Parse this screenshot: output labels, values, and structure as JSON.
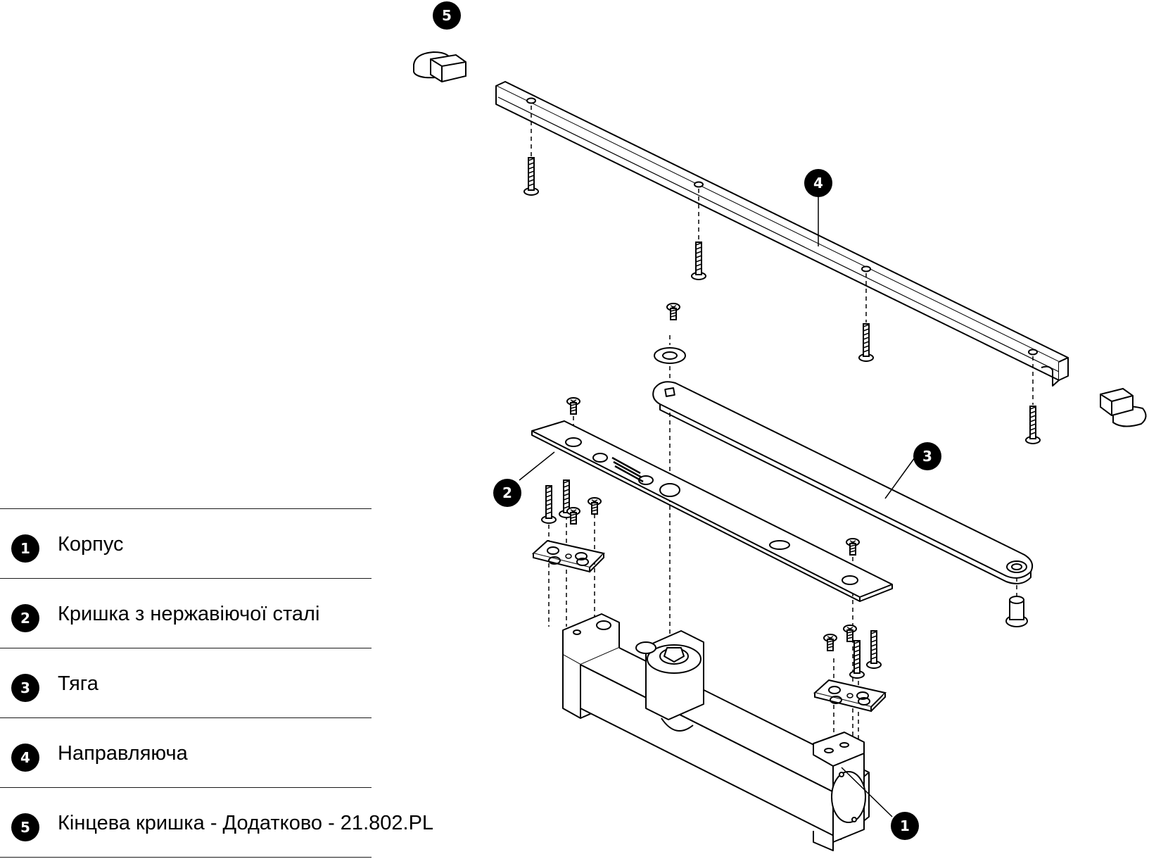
{
  "legend": [
    {
      "num": "1",
      "label": "Корпус"
    },
    {
      "num": "2",
      "label": "Кришка з нержавіючої сталі"
    },
    {
      "num": "3",
      "label": "Тяга"
    },
    {
      "num": "4",
      "label": "Направляюча"
    },
    {
      "num": "5",
      "label": "Кінцева кришка - Додатково - 21.802.PL"
    }
  ],
  "callouts": {
    "c1": "1",
    "c2": "2",
    "c3": "3",
    "c4": "4",
    "c5": "5"
  },
  "colors": {
    "stroke": "#000000",
    "badge": "#000000",
    "badge_text": "#ffffff",
    "divider": "#1a1a1a"
  }
}
